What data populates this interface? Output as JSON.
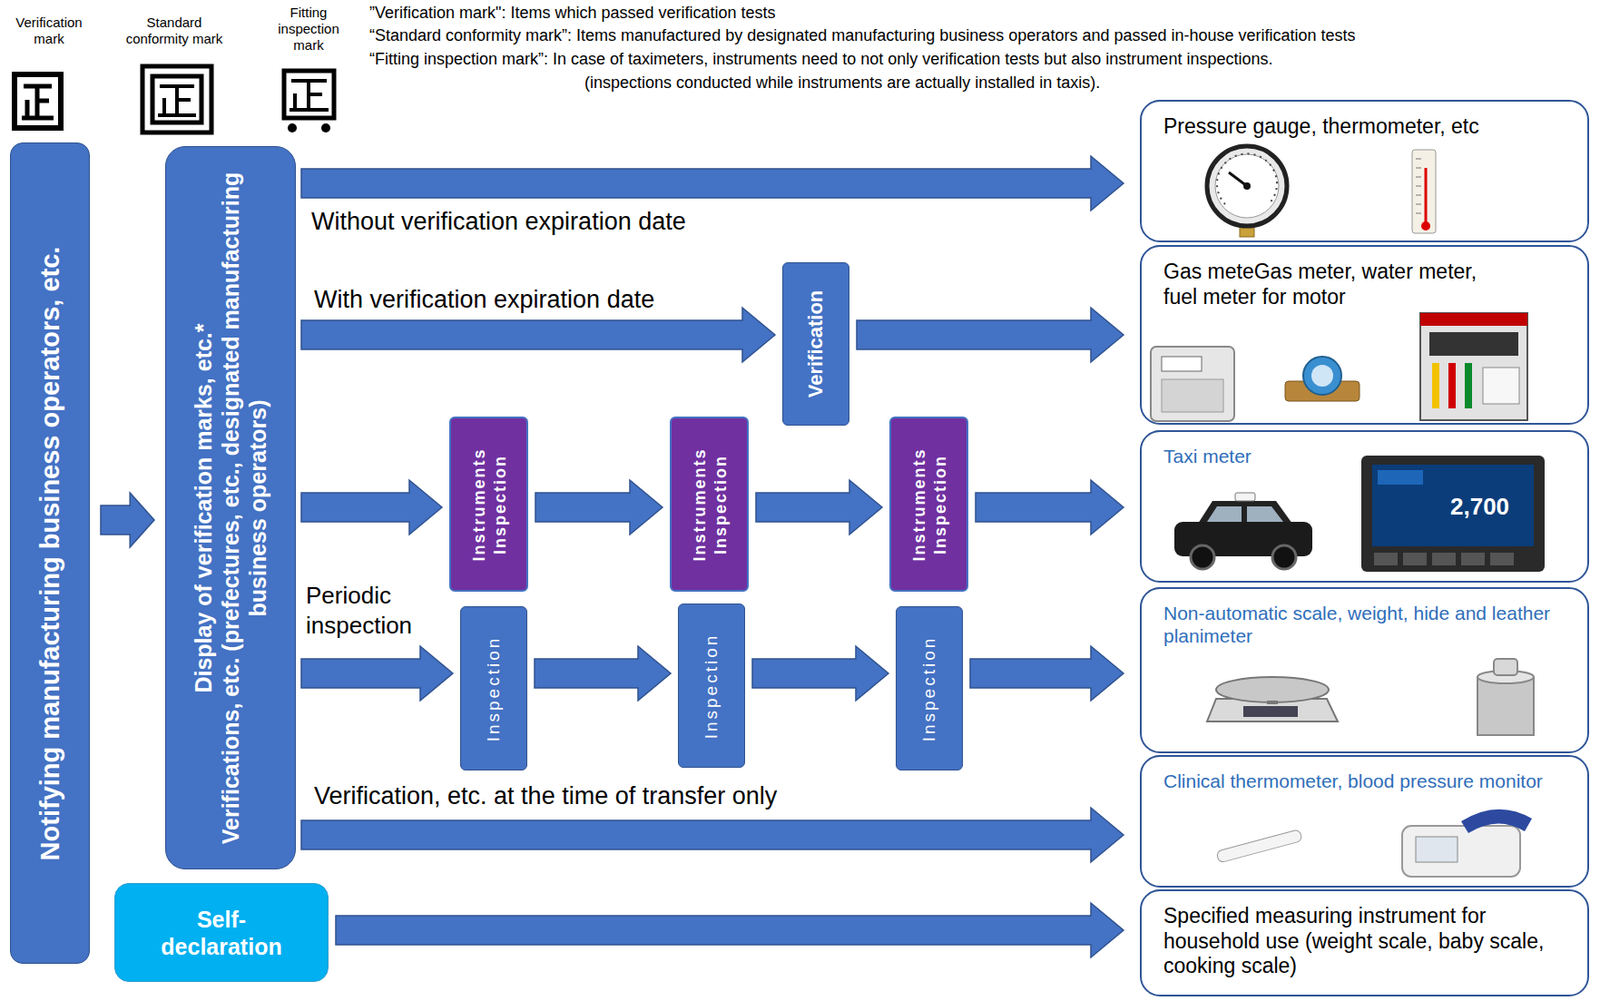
{
  "diagram": {
    "nodes": [
      {
        "text": [
          "Notifying manufacturing business operators, etc."
        ]
      },
      {
        "text": [
          "Display of verification marks, etc.*",
          "Verifications, etc. (prefectures, etc., designated manufacturing business operators)"
        ]
      },
      {
        "text": [
          "Self-declaration"
        ]
      },
      {
        "text": [
          "Verification"
        ]
      },
      {
        "text": [
          "Instruments Inspection"
        ]
      },
      {
        "text": [
          "Instruments Inspection"
        ]
      },
      {
        "text": [
          "Instruments Inspection"
        ]
      },
      {
        "text": [
          "Inspection"
        ]
      },
      {
        "text": [
          "Inspection"
        ]
      },
      {
        "text": [
          "Inspection"
        ]
      },
      {
        "text": [
          "Pressure gauge, thermometer, etc"
        ]
      },
      {
        "text": [
          "Gas meteGas meter, water meter, fuel meter for motor"
        ]
      },
      {
        "text": [
          "Taxi meter"
        ]
      },
      {
        "text": [
          "Non-automatic scale, weight, hide and leather planimeter"
        ]
      },
      {
        "text": [
          "Clinical thermometer, blood pressure monitor"
        ]
      },
      {
        "text": [
          "Specified measuring instrument for household use (weight scale, baby scale, cooking scale)"
        ]
      }
    ],
    "edges": [
      {
        "from": 0,
        "to": 1,
        "arrow": "to"
      },
      {
        "from": 1,
        "to": 10,
        "arrow": "to",
        "label": "Without verification expiration date"
      },
      {
        "from": 1,
        "to": 3,
        "arrow": "to",
        "label": "With verification expiration date"
      },
      {
        "from": 3,
        "to": 11,
        "arrow": "to"
      },
      {
        "from": 1,
        "to": 4,
        "arrow": "to"
      },
      {
        "from": 4,
        "to": 5,
        "arrow": "to"
      },
      {
        "from": 5,
        "to": 6,
        "arrow": "to"
      },
      {
        "from": 6,
        "to": 12,
        "arrow": "to"
      },
      {
        "from": 1,
        "to": 7,
        "arrow": "to",
        "label": "Periodic inspection"
      },
      {
        "from": 7,
        "to": 8,
        "arrow": "to"
      },
      {
        "from": 8,
        "to": 9,
        "arrow": "to"
      },
      {
        "from": 9,
        "to": 13,
        "arrow": "to"
      },
      {
        "from": 1,
        "to": 14,
        "arrow": "to",
        "label": "Verification, etc. at the time of transfer only"
      },
      {
        "from": 2,
        "to": 15,
        "arrow": "to"
      }
    ],
    "labels": [
      "”Verification mark\": Items which passed verification tests",
      "“Standard conformity mark”: Items manufactured by designated manufacturing business operators and passed in-house verification tests",
      "“Fitting inspection mark”: In case of taximeters, instruments need to not only verification tests but also instrument inspections.",
      "(inspections conducted while instruments are actually installed in taxis).",
      "2,700"
    ],
    "legend": [
      {
        "text": "Verification mark"
      },
      {
        "text": "Standard conformity mark"
      },
      {
        "text": "Fitting inspection mark"
      }
    ]
  }
}
